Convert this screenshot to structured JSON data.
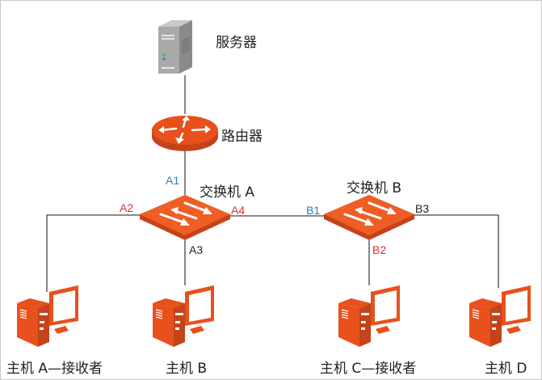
{
  "diagram": {
    "title": "",
    "colors": {
      "device": "#e8501c",
      "device_top": "#f0682e",
      "device_side": "#c4431a",
      "line": "#444444",
      "port_blue": "#2a7fc4",
      "port_red": "#e52b2b",
      "port_black": "#222222"
    },
    "nodes": {
      "server": {
        "label": "服务器",
        "icon": "server-icon"
      },
      "router": {
        "label": "路由器",
        "icon": "router-icon"
      },
      "switch_a": {
        "label": "交换机 A",
        "icon": "switch-icon"
      },
      "switch_b": {
        "label": "交换机 B",
        "icon": "switch-icon"
      },
      "host_a": {
        "label": "主机 A—接收者",
        "icon": "computer-icon"
      },
      "host_b": {
        "label": "主机 B",
        "icon": "computer-icon"
      },
      "host_c": {
        "label": "主机 C—接收者",
        "icon": "computer-icon"
      },
      "host_d": {
        "label": "主机 D",
        "icon": "computer-icon"
      }
    },
    "ports": {
      "a1": {
        "label": "A1",
        "color": "blue"
      },
      "a2": {
        "label": "A2",
        "color": "red"
      },
      "a3": {
        "label": "A3",
        "color": "black"
      },
      "a4": {
        "label": "A4",
        "color": "red"
      },
      "b1": {
        "label": "B1",
        "color": "blue"
      },
      "b2": {
        "label": "B2",
        "color": "red"
      },
      "b3": {
        "label": "B3",
        "color": "black"
      }
    },
    "links": [
      {
        "from": "server",
        "to": "router"
      },
      {
        "from": "router",
        "to": "switch_a",
        "port": "A1"
      },
      {
        "from": "switch_a",
        "to": "host_a",
        "port": "A2"
      },
      {
        "from": "switch_a",
        "to": "host_b",
        "port": "A3"
      },
      {
        "from": "switch_a",
        "to": "switch_b",
        "ports": [
          "A4",
          "B1"
        ]
      },
      {
        "from": "switch_b",
        "to": "host_c",
        "port": "B2"
      },
      {
        "from": "switch_b",
        "to": "host_d",
        "port": "B3"
      }
    ]
  }
}
